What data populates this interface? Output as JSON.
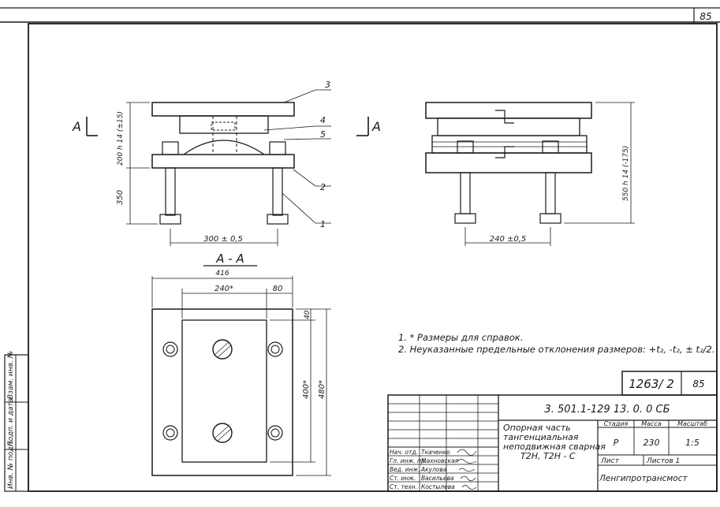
{
  "sheet": {
    "page_number": "85",
    "sheet_code": "1263/ 2",
    "sheet_code_page": "85"
  },
  "views": {
    "left_label": "A",
    "right_label": "A",
    "section_title": "A - A",
    "leaders": [
      "3",
      "4",
      "5",
      "2",
      "1"
    ]
  },
  "dimensions": {
    "front_height_upper": "200 h 14 (±15)",
    "front_height_lower": "350",
    "front_bolt_spacing": "300 ± 0,5",
    "side_height": "550 h 14 (-175)",
    "side_bolt_spacing": "240 ±0,5",
    "plan_width": "416",
    "plan_width_inner": "240*",
    "plan_offset": "80",
    "plan_top_margin": "40",
    "plan_height_inner": "400*",
    "plan_height_outer": "480*"
  },
  "notes": [
    "1. * Размеры  для  справок.",
    "2. Неуказанные  предельные  отклонения  размеров: +t₂, -t₂, ± t₂/2."
  ],
  "title_block": {
    "designation": "3. 501.1-129 13. 0. 0 СБ",
    "name_lines": [
      "Опорная  часть",
      "тангенциальная",
      "неподвижная  сварная",
      "Т2Н,  Т2Н - С"
    ],
    "headers": [
      "Стадия",
      "Масса",
      "Масштаб"
    ],
    "stage": "Р",
    "mass": "230",
    "scale": "1:5",
    "sheet_label": "Лист",
    "sheets_label": "Листов 1",
    "organization": "Ленгипротрансмост",
    "roles": [
      "Нач. отд.",
      "Гл. инж. пр.",
      "Вед. инж.",
      "Ст. инж.",
      "Ст. техн."
    ],
    "names": [
      "Ткаченко",
      "Махновская",
      "Акулова",
      "Васильева",
      "Костылева"
    ]
  },
  "side_stamp": {
    "labels": [
      "Инв. № подл.",
      "Подп. и дата",
      "Взам. инв. №"
    ]
  }
}
